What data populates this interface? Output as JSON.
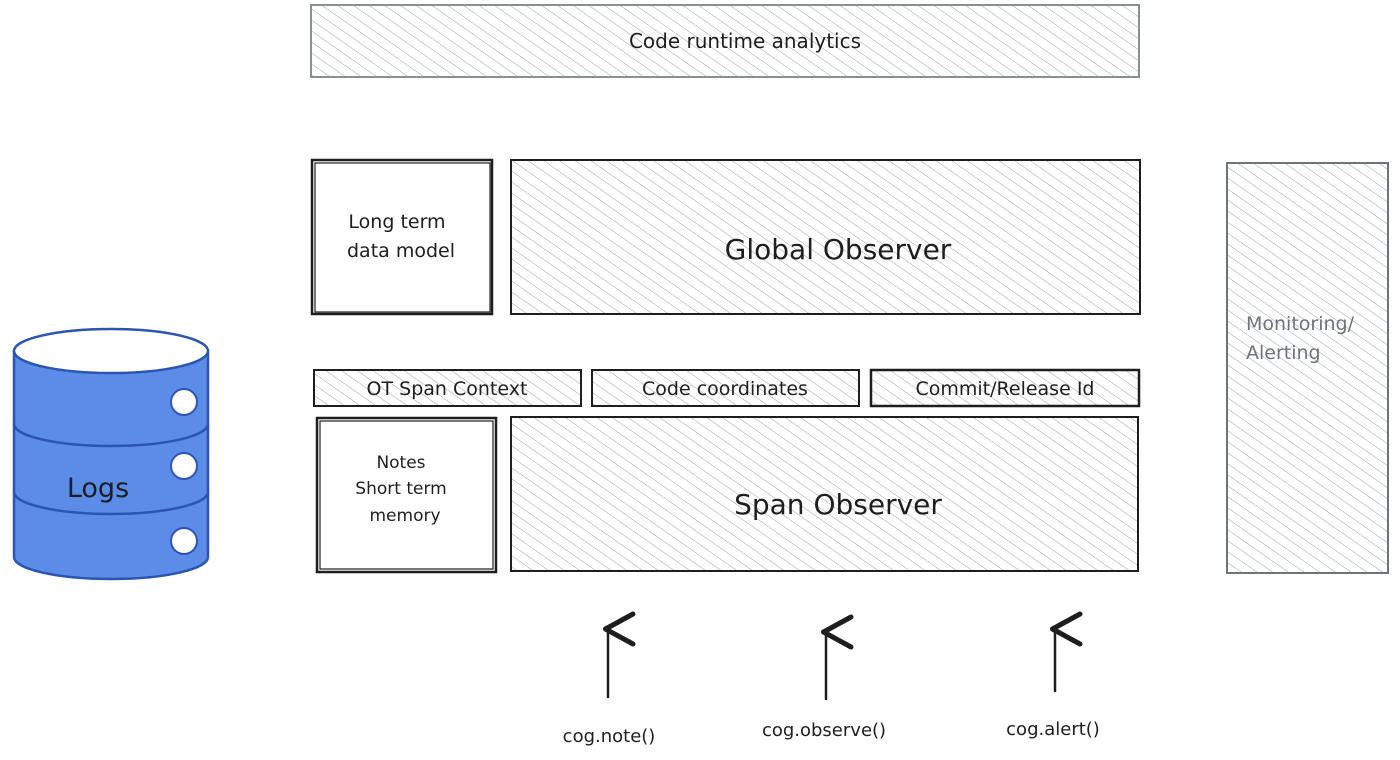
{
  "diagram": {
    "top_banner": "Code runtime analytics",
    "long_term": [
      "Long term",
      "data model"
    ],
    "global_observer": "Global Observer",
    "monitoring": [
      "Monitoring/",
      "Alerting"
    ],
    "logs": "Logs",
    "ot_span_context": "OT Span Context",
    "code_coordinates": "Code coordinates",
    "commit_release": "Commit/Release Id",
    "notes": [
      "Notes",
      "Short term",
      "memory"
    ],
    "span_observer": "Span Observer",
    "api_calls": [
      "cog.note()",
      "cog.observe()",
      "cog.alert()"
    ]
  },
  "colors": {
    "stroke": "#1e1e1e",
    "hatch": "#9aa0a6",
    "gray_stroke": "#8a9090",
    "logs_fill": "#5b8de8",
    "logs_stroke": "#2b55b0"
  }
}
